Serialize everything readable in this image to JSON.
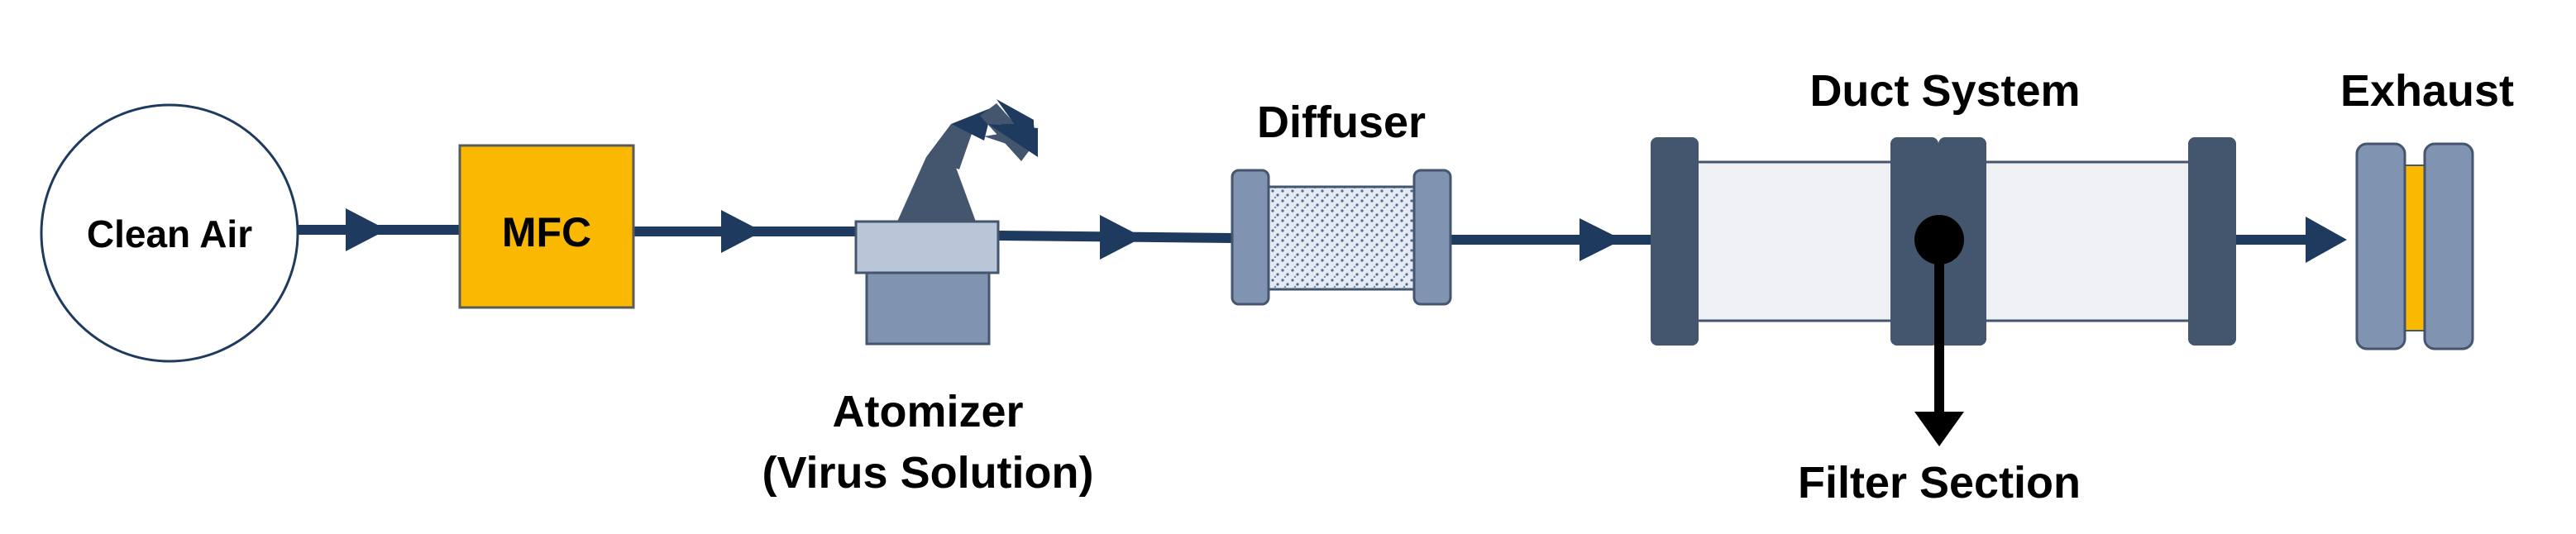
{
  "labels": {
    "clean_air": "Clean Air",
    "mfc": "MFC",
    "atomizer_line1": "Atomizer",
    "atomizer_line2": "(Virus Solution)",
    "diffuser": "Diffuser",
    "duct_system": "Duct System",
    "filter_section": "Filter Section",
    "exhaust": "Exhaust"
  },
  "colors": {
    "line": "#1f3a5f",
    "mfc_fill": "#fbb800",
    "component_fill": "#8093b0",
    "component_dark": "#44556e",
    "duct_body": "#eef0f3",
    "exhaust_filter": "#fbb800",
    "diffuser_media": "#dde4ef",
    "circle_stroke": "#1f3a5f"
  }
}
